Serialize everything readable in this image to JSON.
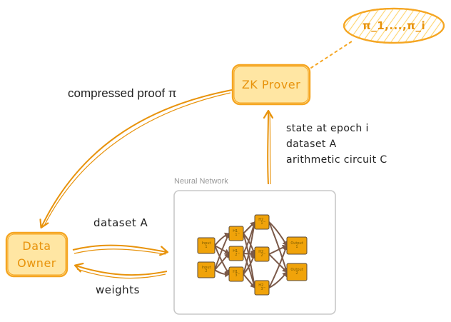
{
  "nodes": {
    "zk_prover": "ZK Prover",
    "data_owner_line1": "Data",
    "data_owner_line2": "Owner",
    "proofs": "π_1,...,π_i"
  },
  "edges": {
    "compressed_proof": "compressed proof π",
    "dataset_a": "dataset A",
    "weights": "weights",
    "prover_inputs": [
      "state at epoch i",
      "dataset A",
      "arithmetic circuit C"
    ]
  },
  "neural_network": {
    "title": "Neural Network",
    "inputs": [
      {
        "line1": "Input",
        "line2": "1"
      },
      {
        "line1": "Input",
        "line2": "2"
      }
    ],
    "hidden_layer_1": [
      {
        "line1": "H1_",
        "line2": "1"
      },
      {
        "line1": "H1_",
        "line2": "2"
      },
      {
        "line1": "H1_",
        "line2": "3"
      }
    ],
    "hidden_layer_2": [
      {
        "line1": "H2_",
        "line2": "1"
      },
      {
        "line1": "H2_",
        "line2": "2"
      },
      {
        "line1": "H2_",
        "line2": "3"
      }
    ],
    "outputs": [
      {
        "line1": "Output",
        "line2": "1"
      },
      {
        "line1": "Output",
        "line2": "2"
      }
    ]
  },
  "colors": {
    "accent": "#f5a623",
    "node_fill": "#ffe6a3",
    "stroke": "#e8930c",
    "nn_node": "#f0a30a",
    "nn_edge": "#7b5a4a",
    "panel_border": "#c8c8c8"
  }
}
